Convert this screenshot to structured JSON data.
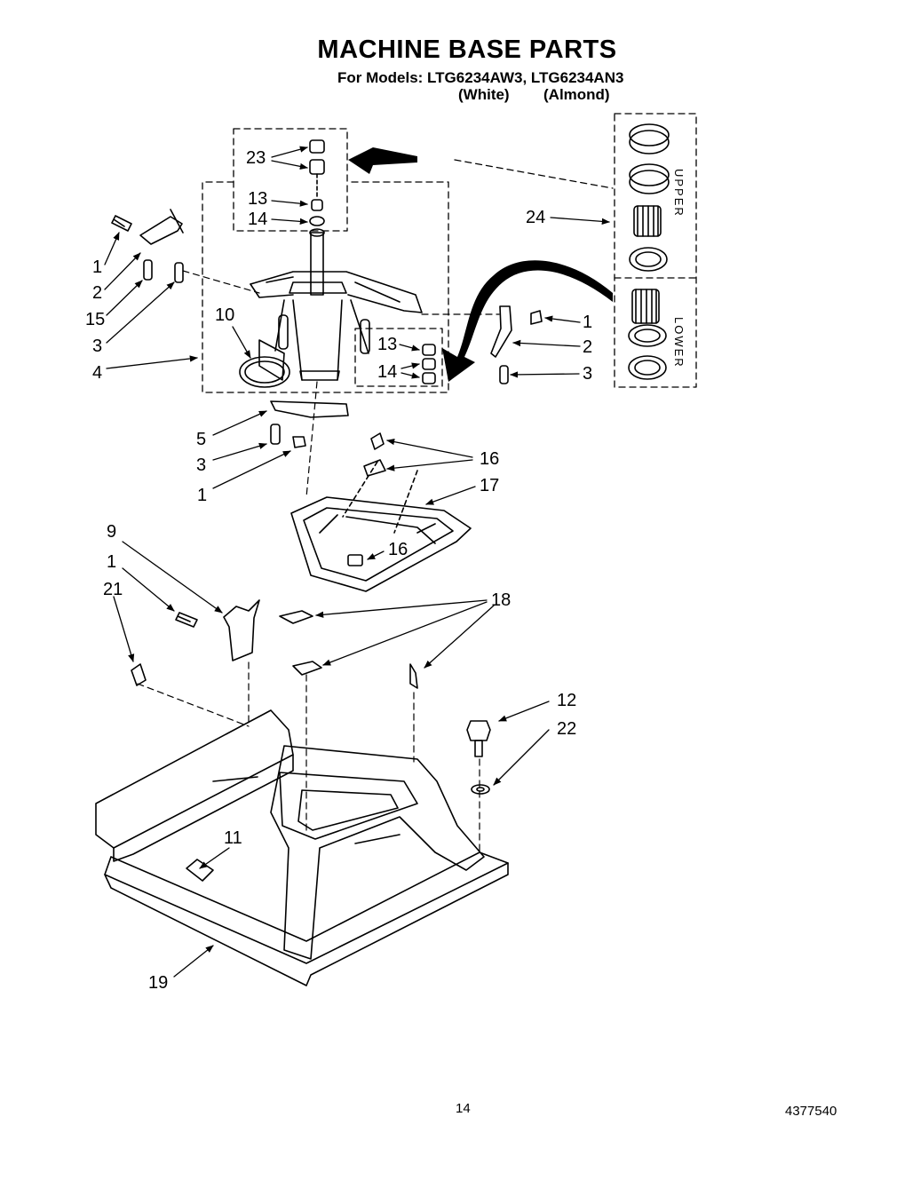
{
  "header": {
    "title": "MACHINE BASE PARTS",
    "models_line": "For Models: LTG6234AW3, LTG6234AN3",
    "color_white": "(White)",
    "color_almond": "(Almond)"
  },
  "inset": {
    "upper_label": "UPPER",
    "lower_label": "LOWER"
  },
  "callouts": {
    "c23": "23",
    "c13a": "13",
    "c14a": "14",
    "c24": "24",
    "c1a": "1",
    "c2a": "2",
    "c15": "15",
    "c3a": "3",
    "c4": "4",
    "c10": "10",
    "c13b": "13",
    "c14b": "14",
    "c1b": "1",
    "c2b": "2",
    "c3b": "3",
    "c5": "5",
    "c3c": "3",
    "c1c": "1",
    "c16a": "16",
    "c17": "17",
    "c16b": "16",
    "c9": "9",
    "c1d": "1",
    "c21": "21",
    "c18": "18",
    "c12": "12",
    "c22": "22",
    "c11": "11",
    "c19": "19"
  },
  "footer": {
    "page_number": "14",
    "doc_number": "4377540"
  }
}
